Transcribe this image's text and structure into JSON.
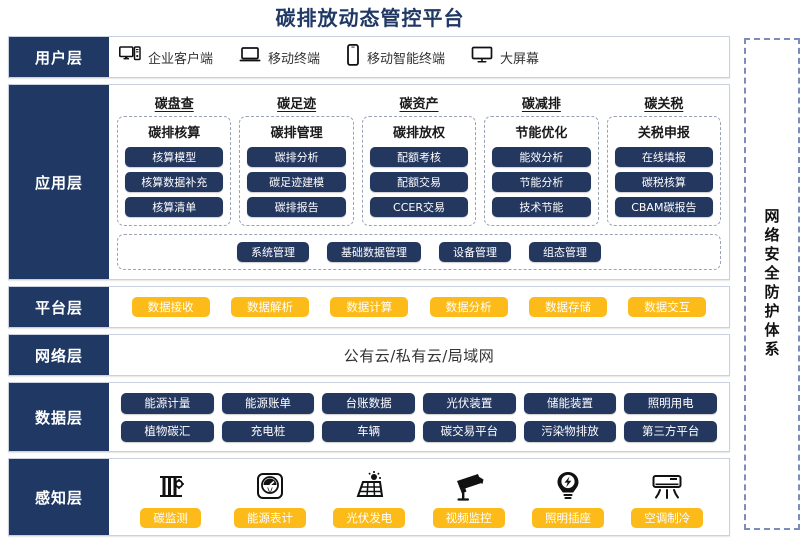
{
  "title": "碳排放动态管控平台",
  "security_band": {
    "label": "网络安全防护体系"
  },
  "layers": {
    "user": {
      "label": "用户层",
      "items": [
        {
          "icon": "desktop-pc-icon",
          "label": "企业客户端"
        },
        {
          "icon": "laptop-icon",
          "label": "移动终端"
        },
        {
          "icon": "smartphone-icon",
          "label": "移动智能终端"
        },
        {
          "icon": "large-screen-icon",
          "label": "大屏幕"
        }
      ]
    },
    "application": {
      "label": "应用层",
      "groups": [
        {
          "title": "碳盘查",
          "subtitle": "碳排核算",
          "items": [
            "核算模型",
            "核算数据补充",
            "核算清单"
          ]
        },
        {
          "title": "碳足迹",
          "subtitle": "碳排管理",
          "items": [
            "碳排分析",
            "碳足迹建模",
            "碳排报告"
          ]
        },
        {
          "title": "碳资产",
          "subtitle": "碳排放权",
          "items": [
            "配额考核",
            "配额交易",
            "CCER交易"
          ]
        },
        {
          "title": "碳减排",
          "subtitle": "节能优化",
          "items": [
            "能效分析",
            "节能分析",
            "技术节能"
          ]
        },
        {
          "title": "碳关税",
          "subtitle": "关税申报",
          "items": [
            "在线填报",
            "碳税核算",
            "CBAM碳报告"
          ]
        }
      ],
      "management": [
        "系统管理",
        "基础数据管理",
        "设备管理",
        "组态管理"
      ]
    },
    "platform": {
      "label": "平台层",
      "items": [
        "数据接收",
        "数据解析",
        "数据计算",
        "数据分析",
        "数据存储",
        "数据交互"
      ]
    },
    "network": {
      "label": "网络层",
      "text": "公有云/私有云/局域网"
    },
    "data": {
      "label": "数据层",
      "row1": [
        "能源计量",
        "能源账单",
        "台账数据",
        "光伏装置",
        "储能装置",
        "照明用电"
      ],
      "row2": [
        "植物碳汇",
        "充电桩",
        "车辆",
        "碳交易平台",
        "污染物排放",
        "第三方平台"
      ]
    },
    "perception": {
      "label": "感知层",
      "items": [
        {
          "icon": "gas-analyzer-icon",
          "label": "碳监测"
        },
        {
          "icon": "meter-gauge-icon",
          "label": "能源表计"
        },
        {
          "icon": "solar-panel-icon",
          "label": "光伏发电"
        },
        {
          "icon": "cctv-camera-icon",
          "label": "视频监控"
        },
        {
          "icon": "lightbulb-icon",
          "label": "照明插座"
        },
        {
          "icon": "air-conditioner-icon",
          "label": "空调制冷"
        }
      ]
    }
  },
  "colors": {
    "navy": "#1f3864",
    "pill_navy": "#24375f",
    "amber": "#fcbb18",
    "dashed_border": "#9aa3b5",
    "title": "#1f3864"
  }
}
